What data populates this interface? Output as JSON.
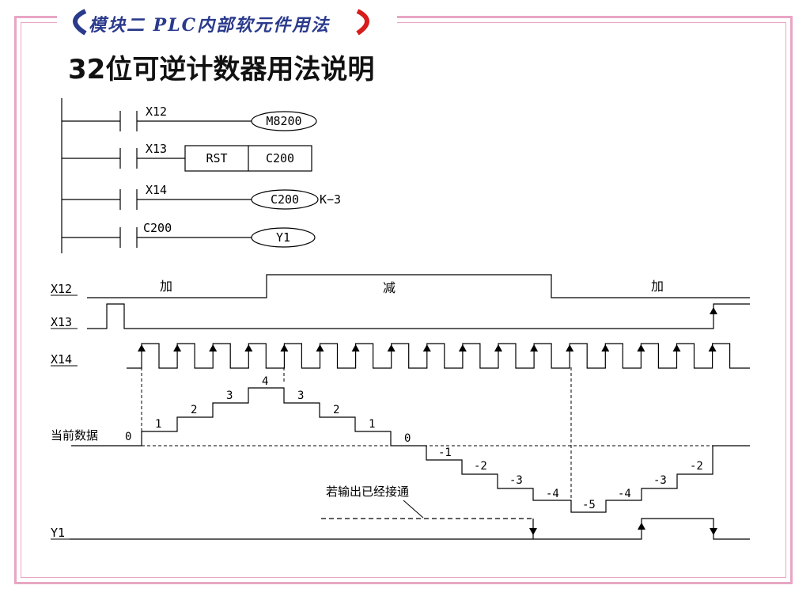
{
  "banner": {
    "text": "模块二 PLC内部软元件用法"
  },
  "title": "32位可逆计数器用法说明",
  "ladder": {
    "rungs": [
      {
        "contact": "X12",
        "coil": "M8200"
      },
      {
        "contact": "X13",
        "instruction": "RST",
        "operand": "C200"
      },
      {
        "contact": "X14",
        "coil": "C200",
        "setting": "K−3"
      },
      {
        "contact": "C200",
        "coil": "Y1"
      }
    ]
  },
  "timing": {
    "signals": [
      "X12",
      "X13",
      "X14",
      "Y1"
    ],
    "x12_labels": [
      "加",
      "减",
      "加"
    ],
    "current_data_label": "当前数据",
    "counts": [
      "0",
      "1",
      "2",
      "3",
      "4",
      "3",
      "2",
      "1",
      "0",
      "-1",
      "-2",
      "-3",
      "-4",
      "-5",
      "-4",
      "-3",
      "-2"
    ],
    "note": "若输出已经接通"
  },
  "colors": {
    "frame": "#e8a6c4",
    "banner_arc": "#2a3a8c",
    "banner_accent": "#d81b1b"
  }
}
